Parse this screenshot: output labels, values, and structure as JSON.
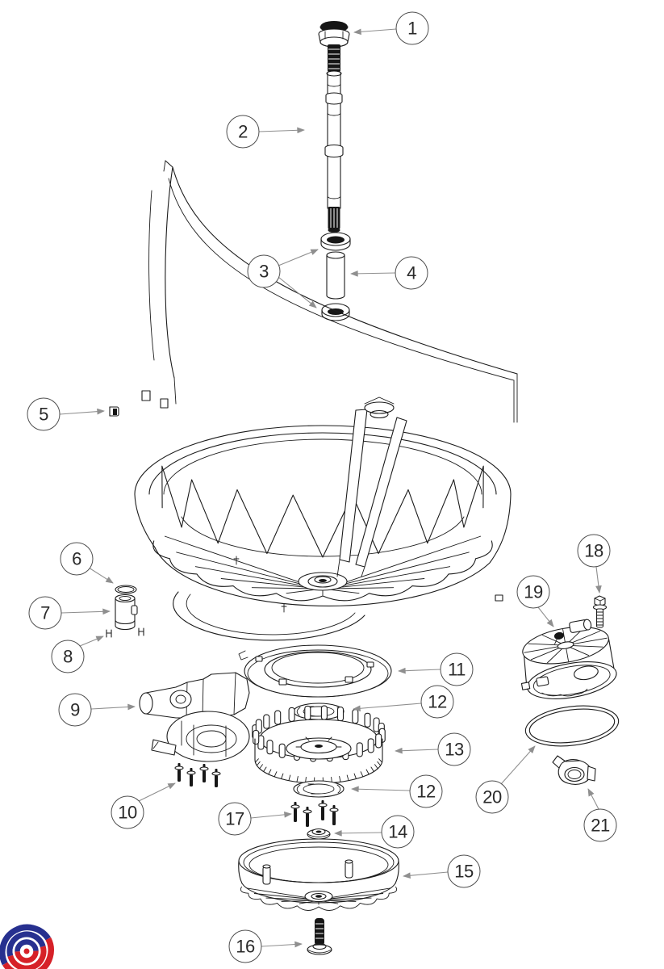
{
  "diagram": {
    "type": "exploded-parts-view",
    "background_color": "#ffffff",
    "line_color": "#1c1c1c",
    "leader_line_color": "#8f8f8f",
    "balloon_style": {
      "fill": "#ffffff",
      "stroke": "#4f4f4f",
      "text_color": "#2a2a2a"
    },
    "callouts": [
      {
        "label": "1"
      },
      {
        "label": "2"
      },
      {
        "label": "3"
      },
      {
        "label": "4"
      },
      {
        "label": "5"
      },
      {
        "label": "6"
      },
      {
        "label": "7"
      },
      {
        "label": "8"
      },
      {
        "label": "9"
      },
      {
        "label": "10"
      },
      {
        "label": "11"
      },
      {
        "label": "12"
      },
      {
        "label": "13"
      },
      {
        "label": "12"
      },
      {
        "label": "14"
      },
      {
        "label": "15"
      },
      {
        "label": "16"
      },
      {
        "label": "17"
      },
      {
        "label": "18"
      },
      {
        "label": "19"
      },
      {
        "label": "20"
      },
      {
        "label": "21"
      }
    ]
  },
  "logo": {
    "name": "red-blue-swirl-logo",
    "blue": "#27308f",
    "red": "#d62128"
  }
}
